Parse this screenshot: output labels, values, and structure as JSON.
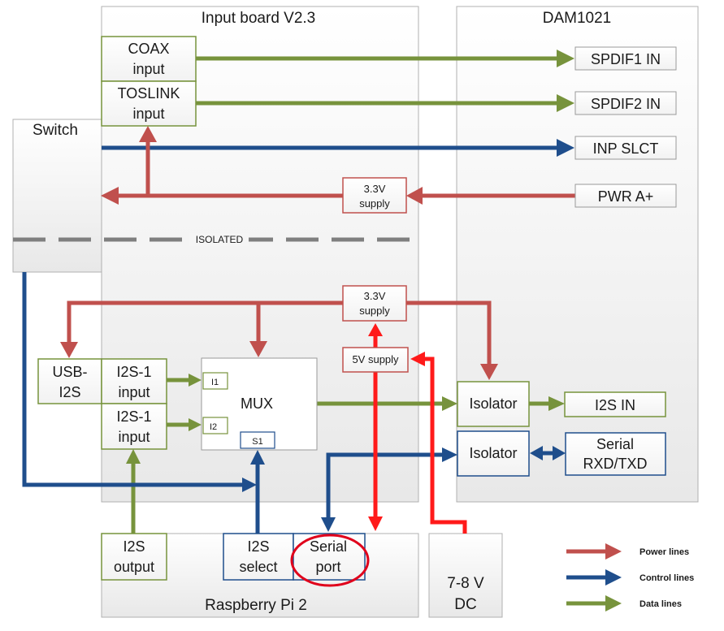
{
  "blocks": {
    "input_board": "Input board V2.3",
    "dam": "DAM1021",
    "switch": "Switch",
    "rpi": "Raspberry Pi 2",
    "dc": [
      "7-8 V",
      "DC"
    ],
    "coax": [
      "COAX",
      "input"
    ],
    "toslink": [
      "TOSLINK",
      "input"
    ],
    "spdif1": "SPDIF1 IN",
    "spdif2": "SPDIF2 IN",
    "inp_slct": "INP SLCT",
    "pwr": "PWR A+",
    "supply_top": [
      "3.3V",
      "supply"
    ],
    "isolated": "ISOLATED",
    "supply_mid": [
      "3.3V",
      "supply"
    ],
    "supply_5v": "5V supply",
    "usb_i2s": [
      "USB-",
      "I2S"
    ],
    "i2s_in1": [
      "I2S-1",
      "input"
    ],
    "i2s_in2": [
      "I2S-1",
      "input"
    ],
    "mux": "MUX",
    "mux_i1": "I1",
    "mux_i2": "I2",
    "mux_s1": "S1",
    "isolator1": "Isolator",
    "isolator2": "Isolator",
    "i2s_out_dam": "I2S IN",
    "serial_dam": [
      "Serial",
      "RXD/TXD"
    ],
    "i2s_output": [
      "I2S",
      "output"
    ],
    "i2s_select": [
      "I2S",
      "select"
    ],
    "serial_port": [
      "Serial",
      "port"
    ]
  },
  "legend": {
    "power": "Power lines",
    "control": "Control lines",
    "data": "Data lines"
  },
  "colors": {
    "power": "#c0504d",
    "control": "#1f4e8c",
    "data": "#77933c",
    "bright_power": "#ff1a1a",
    "highlight_circle": "#e0001b"
  }
}
